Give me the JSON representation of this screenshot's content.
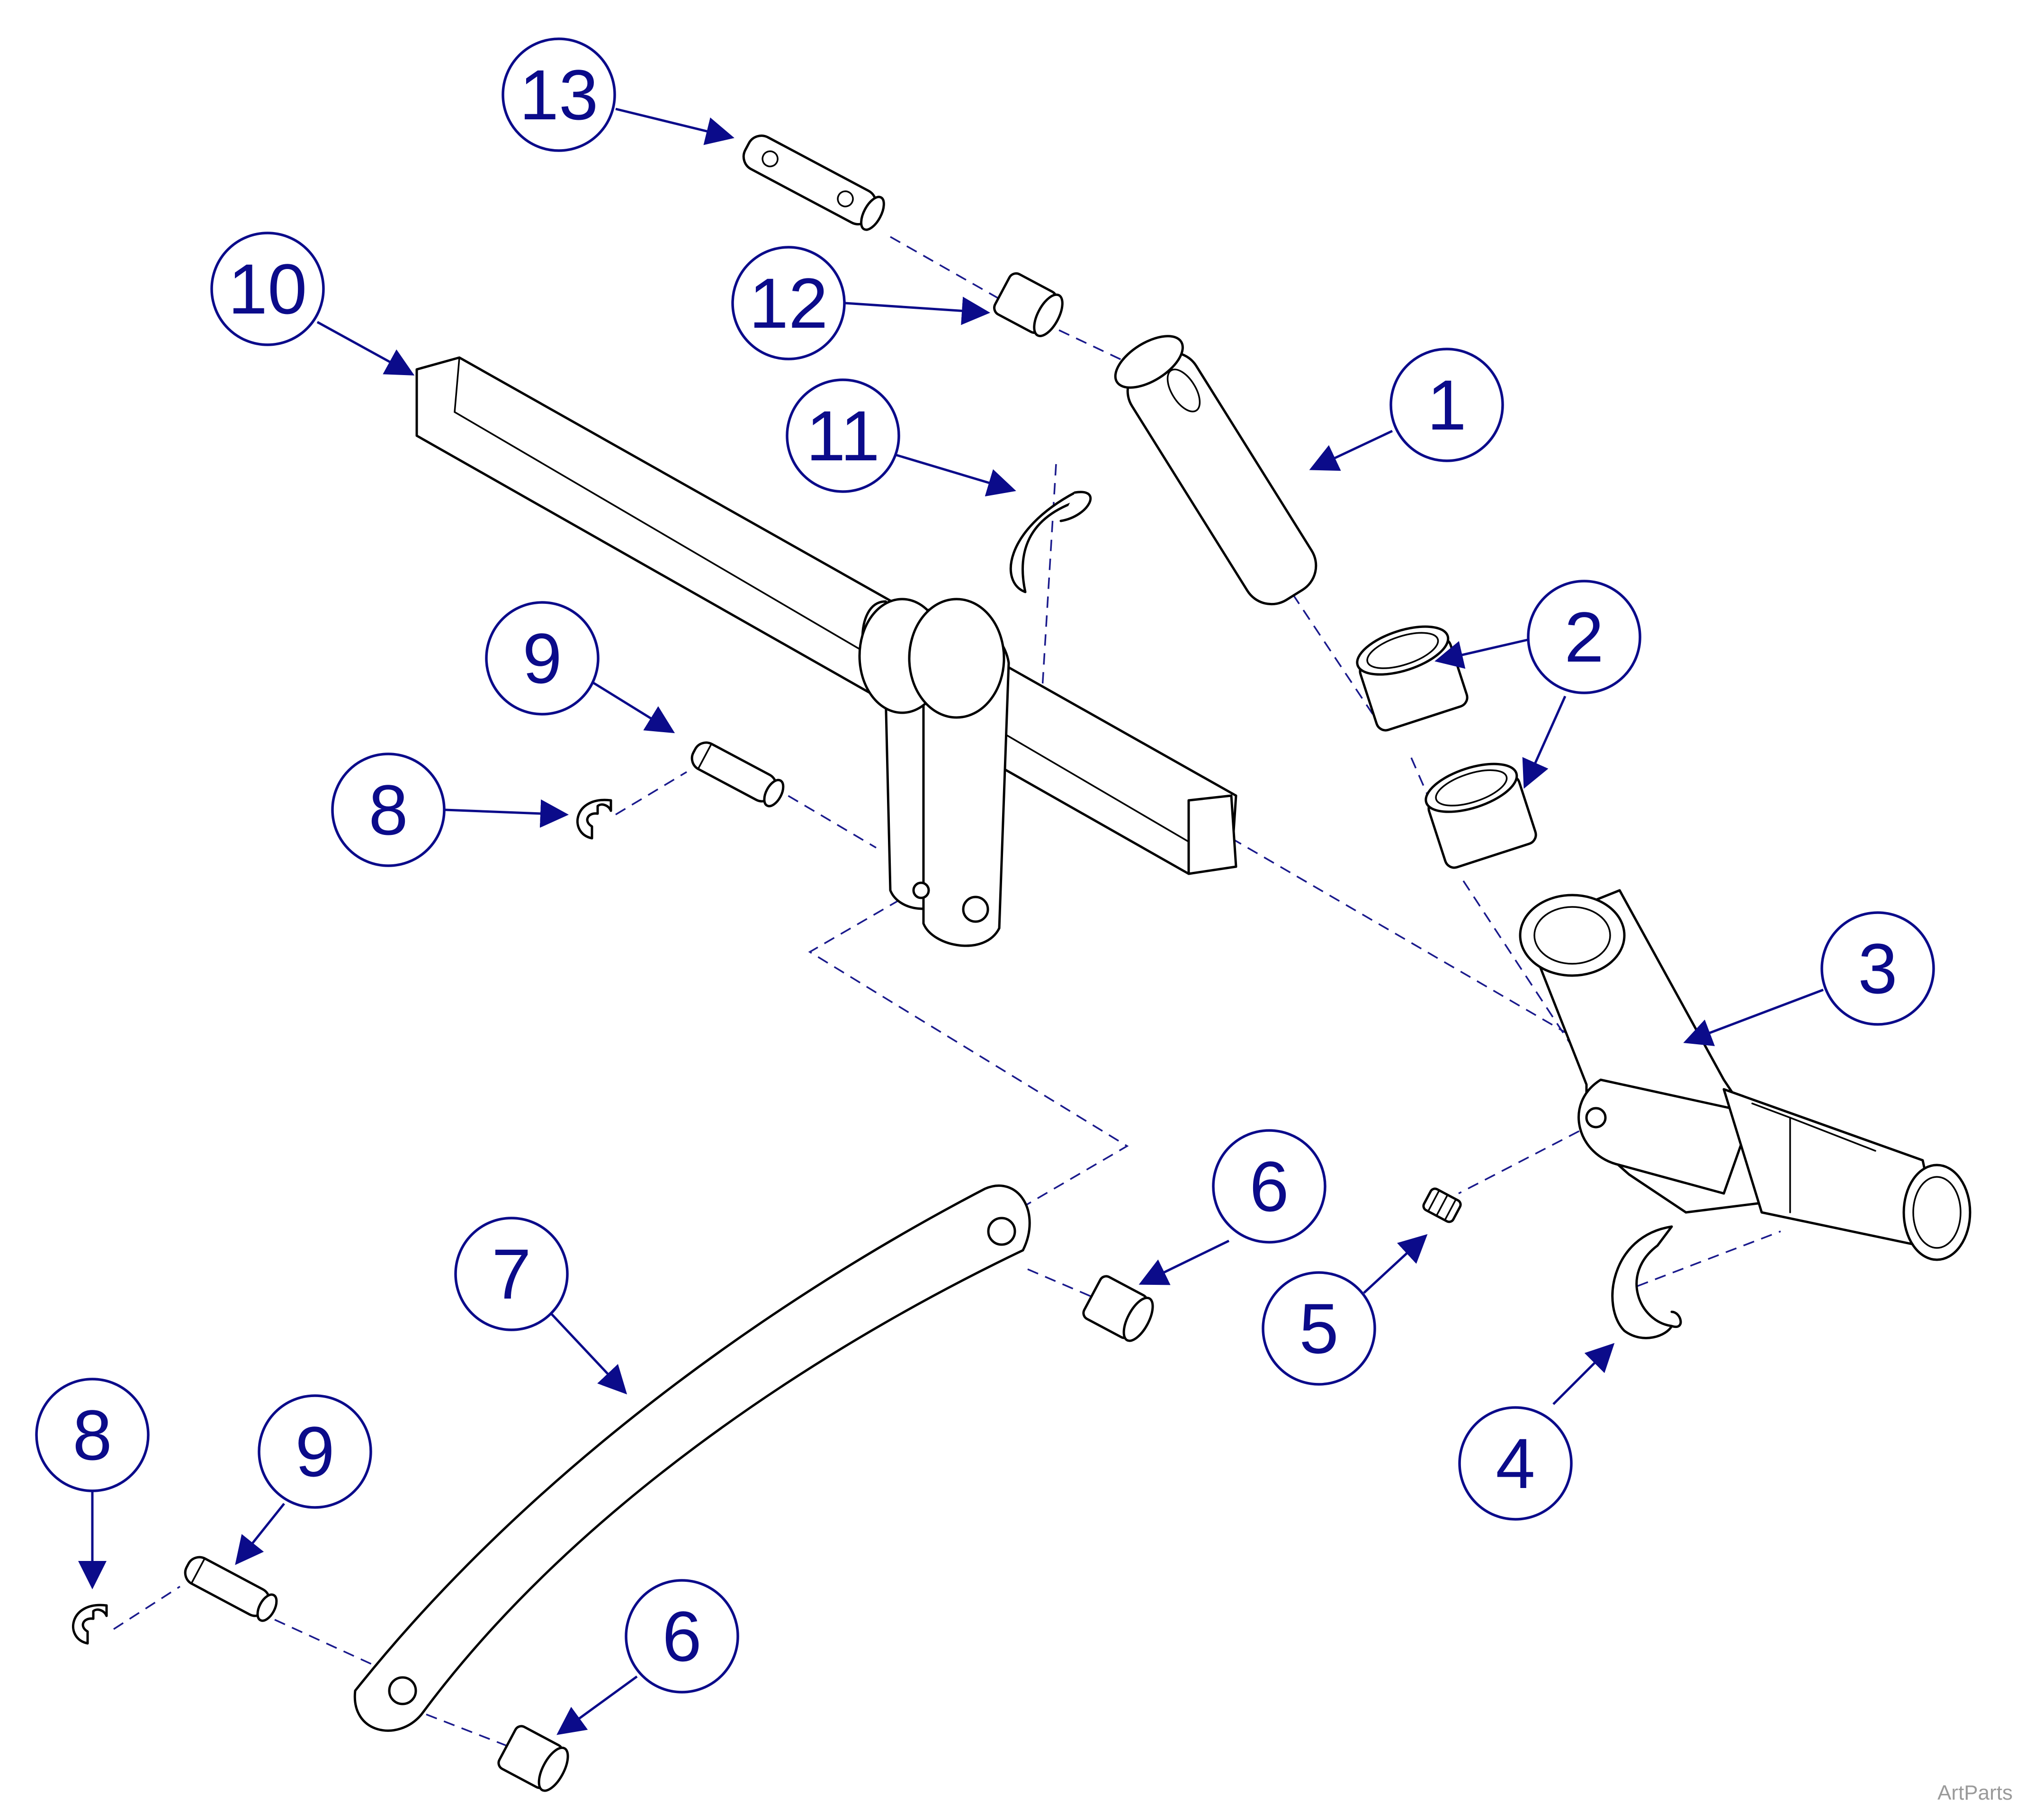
{
  "diagram": {
    "callouts": [
      {
        "id": "callout-13",
        "label": "13"
      },
      {
        "id": "callout-12",
        "label": "12"
      },
      {
        "id": "callout-10",
        "label": "10"
      },
      {
        "id": "callout-11",
        "label": "11"
      },
      {
        "id": "callout-1",
        "label": "1"
      },
      {
        "id": "callout-2",
        "label": "2"
      },
      {
        "id": "callout-9-upper",
        "label": "9"
      },
      {
        "id": "callout-8-upper",
        "label": "8"
      },
      {
        "id": "callout-3",
        "label": "3"
      },
      {
        "id": "callout-6-upper",
        "label": "6"
      },
      {
        "id": "callout-7",
        "label": "7"
      },
      {
        "id": "callout-5",
        "label": "5"
      },
      {
        "id": "callout-4",
        "label": "4"
      },
      {
        "id": "callout-8-lower",
        "label": "8"
      },
      {
        "id": "callout-9-lower",
        "label": "9"
      },
      {
        "id": "callout-6-lower",
        "label": "6"
      }
    ],
    "watermark": "ArtParts",
    "colors": {
      "callout": "#0b0b8a",
      "line": "#000000",
      "watermark": "#9a9a9a"
    }
  }
}
